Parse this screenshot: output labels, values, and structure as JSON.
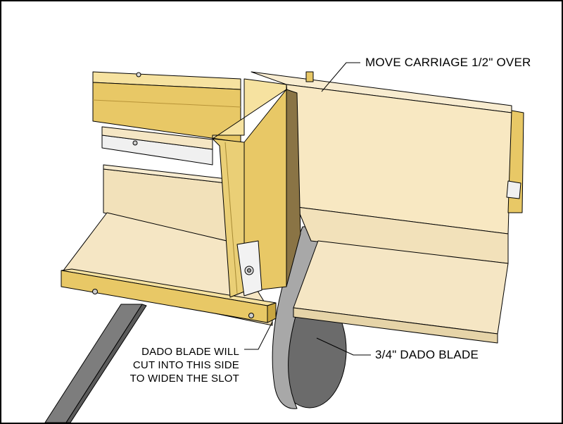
{
  "callouts": {
    "carriage": "MOVE CARRIAGE 1/2\" OVER",
    "dado_blade": "3/4\" DADO BLADE",
    "side_lines": [
      "DADO BLADE WILL",
      "CUT INTO THIS SIDE",
      "TO WIDEN THE SLOT"
    ]
  },
  "colors": {
    "pine_top": "#F6E2A0",
    "pine_face": "#E8C866",
    "pine_dark": "#C9A640",
    "plywood_top": "#F5E6C4",
    "plywood_face": "#E6D4A8",
    "shadow": "#8A7445",
    "blade": "#666666",
    "blade_rim": "#9A9A9A",
    "slider": "#F2F2F2",
    "rail": "#808080"
  }
}
